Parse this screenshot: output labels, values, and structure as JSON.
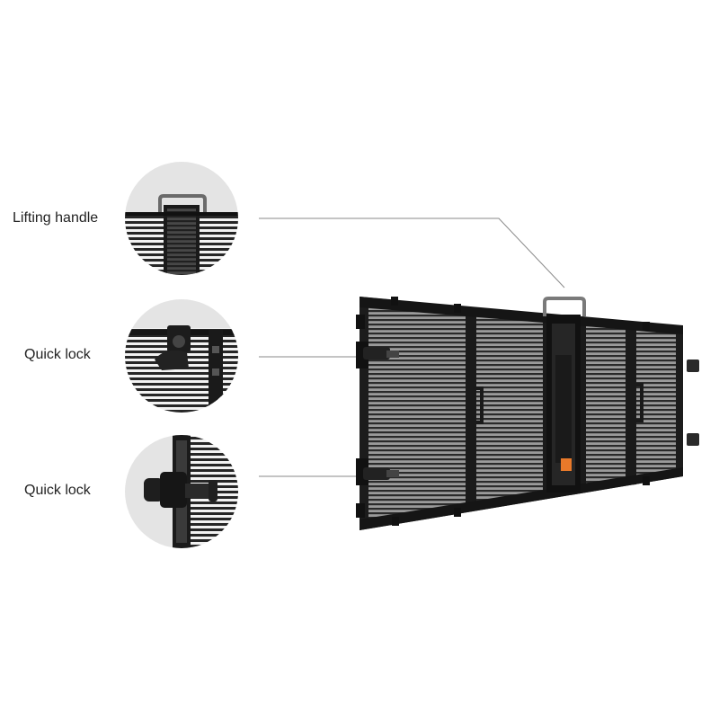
{
  "callouts": [
    {
      "label": "Lifting handle",
      "detail": "lifting-handle"
    },
    {
      "label": "Quick lock",
      "detail": "quick-lock-side"
    },
    {
      "label": "Quick lock",
      "detail": "quick-lock-front"
    }
  ],
  "colors": {
    "background": "#ffffff",
    "circle": "#e4e4e4",
    "panel_frame": "#1c1c1c",
    "panel_fill": "#8d8d8d",
    "stripe": "#2a2a2a",
    "leader_line": "#8a8a8a",
    "accent_orange": "#e8792a"
  },
  "product": "transparent-led-mesh-panel"
}
